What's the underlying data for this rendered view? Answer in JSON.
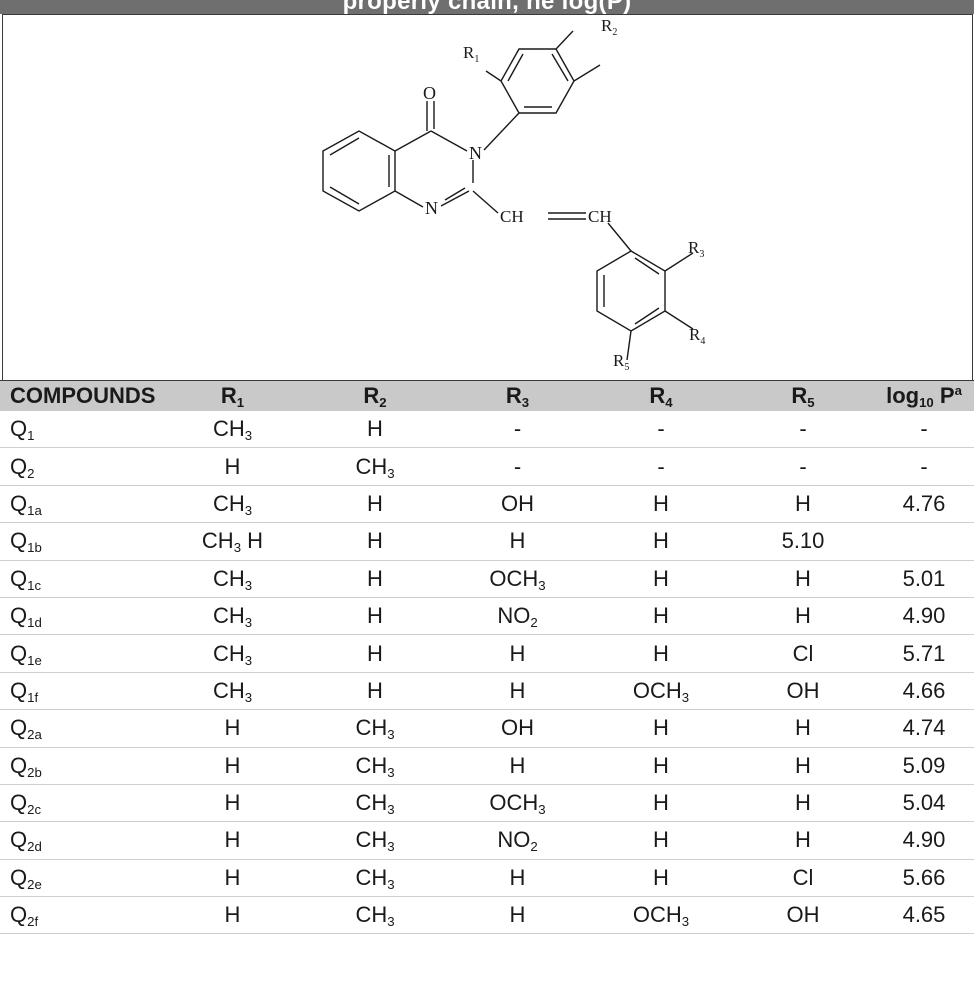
{
  "banner_text": "properly chain, ne log(P)",
  "structure": {
    "atoms": {
      "R1": "R",
      "R1_sub": "1",
      "R2": "R",
      "R2_sub": "2",
      "R3": "R",
      "R3_sub": "3",
      "R4": "R",
      "R4_sub": "4",
      "R5": "R",
      "R5_sub": "5",
      "O": "O",
      "N_top": "N",
      "N_bottom": "N",
      "CH_left": "CH",
      "CH_right": "CH"
    }
  },
  "table": {
    "headers": [
      {
        "base": "COMPOUNDS",
        "sub": "",
        "sup": ""
      },
      {
        "base": "R",
        "sub": "1",
        "sup": ""
      },
      {
        "base": "R",
        "sub": "2",
        "sup": ""
      },
      {
        "base": "R",
        "sub": "3",
        "sup": ""
      },
      {
        "base": "R",
        "sub": "4",
        "sup": ""
      },
      {
        "base": "R",
        "sub": "5",
        "sup": ""
      },
      {
        "base": "log",
        "sub": "10",
        "sup": "",
        "after": " P",
        "after_sup": "a"
      }
    ],
    "rows": [
      [
        [
          "Q",
          "1"
        ],
        [
          "CH",
          "3"
        ],
        [
          "H",
          ""
        ],
        [
          "-",
          ""
        ],
        [
          "-",
          ""
        ],
        [
          "-",
          ""
        ],
        [
          "-",
          ""
        ]
      ],
      [
        [
          "Q",
          "2"
        ],
        [
          "H",
          ""
        ],
        [
          "CH",
          "3"
        ],
        [
          "-",
          ""
        ],
        [
          "-",
          ""
        ],
        [
          "-",
          ""
        ],
        [
          "-",
          ""
        ]
      ],
      [
        [
          "Q",
          "1a"
        ],
        [
          "CH",
          "3"
        ],
        [
          "H",
          ""
        ],
        [
          "OH",
          ""
        ],
        [
          "H",
          ""
        ],
        [
          "H",
          ""
        ],
        [
          "4.76",
          ""
        ]
      ],
      [
        [
          "Q",
          "1b"
        ],
        [
          "CH",
          "3",
          "H"
        ],
        [
          "H",
          ""
        ],
        [
          "H",
          ""
        ],
        [
          "H",
          ""
        ],
        [
          "5.10",
          ""
        ],
        [
          "",
          ""
        ]
      ],
      [
        [
          "Q",
          "1c"
        ],
        [
          "CH",
          "3"
        ],
        [
          "H",
          ""
        ],
        [
          "OCH",
          "3"
        ],
        [
          "H",
          ""
        ],
        [
          "H",
          ""
        ],
        [
          "5.01",
          ""
        ]
      ],
      [
        [
          "Q",
          "1d"
        ],
        [
          "CH",
          "3"
        ],
        [
          "H",
          ""
        ],
        [
          "NO",
          "2"
        ],
        [
          "H",
          ""
        ],
        [
          "H",
          ""
        ],
        [
          "4.90",
          ""
        ]
      ],
      [
        [
          "Q",
          "1e"
        ],
        [
          "CH",
          "3"
        ],
        [
          "H",
          ""
        ],
        [
          "H",
          ""
        ],
        [
          "H",
          ""
        ],
        [
          "Cl",
          ""
        ],
        [
          "5.71",
          ""
        ]
      ],
      [
        [
          "Q",
          "1f"
        ],
        [
          "CH",
          "3"
        ],
        [
          "H",
          ""
        ],
        [
          "H",
          ""
        ],
        [
          "OCH",
          "3"
        ],
        [
          "OH",
          ""
        ],
        [
          "4.66",
          ""
        ]
      ],
      [
        [
          "Q",
          "2a"
        ],
        [
          "H",
          ""
        ],
        [
          "CH",
          "3"
        ],
        [
          "OH",
          ""
        ],
        [
          "H",
          ""
        ],
        [
          "H",
          ""
        ],
        [
          "4.74",
          ""
        ]
      ],
      [
        [
          "Q",
          "2b"
        ],
        [
          "H",
          ""
        ],
        [
          "CH",
          "3"
        ],
        [
          "H",
          ""
        ],
        [
          "H",
          ""
        ],
        [
          "H",
          ""
        ],
        [
          "5.09",
          ""
        ]
      ],
      [
        [
          "Q",
          "2c"
        ],
        [
          "H",
          ""
        ],
        [
          "CH",
          "3"
        ],
        [
          "OCH",
          "3"
        ],
        [
          "H",
          ""
        ],
        [
          "H",
          ""
        ],
        [
          "5.04",
          ""
        ]
      ],
      [
        [
          "Q",
          "2d"
        ],
        [
          "H",
          ""
        ],
        [
          "CH",
          "3"
        ],
        [
          "NO",
          "2"
        ],
        [
          "H",
          ""
        ],
        [
          "H",
          ""
        ],
        [
          "4.90",
          ""
        ]
      ],
      [
        [
          "Q",
          "2e"
        ],
        [
          "H",
          ""
        ],
        [
          "CH",
          "3"
        ],
        [
          "H",
          ""
        ],
        [
          "H",
          ""
        ],
        [
          "Cl",
          ""
        ],
        [
          "5.66",
          ""
        ]
      ],
      [
        [
          "Q",
          "2f"
        ],
        [
          "H",
          ""
        ],
        [
          "CH",
          "3"
        ],
        [
          "H",
          ""
        ],
        [
          "OCH",
          "3"
        ],
        [
          "OH",
          ""
        ],
        [
          "4.65",
          ""
        ]
      ]
    ]
  }
}
